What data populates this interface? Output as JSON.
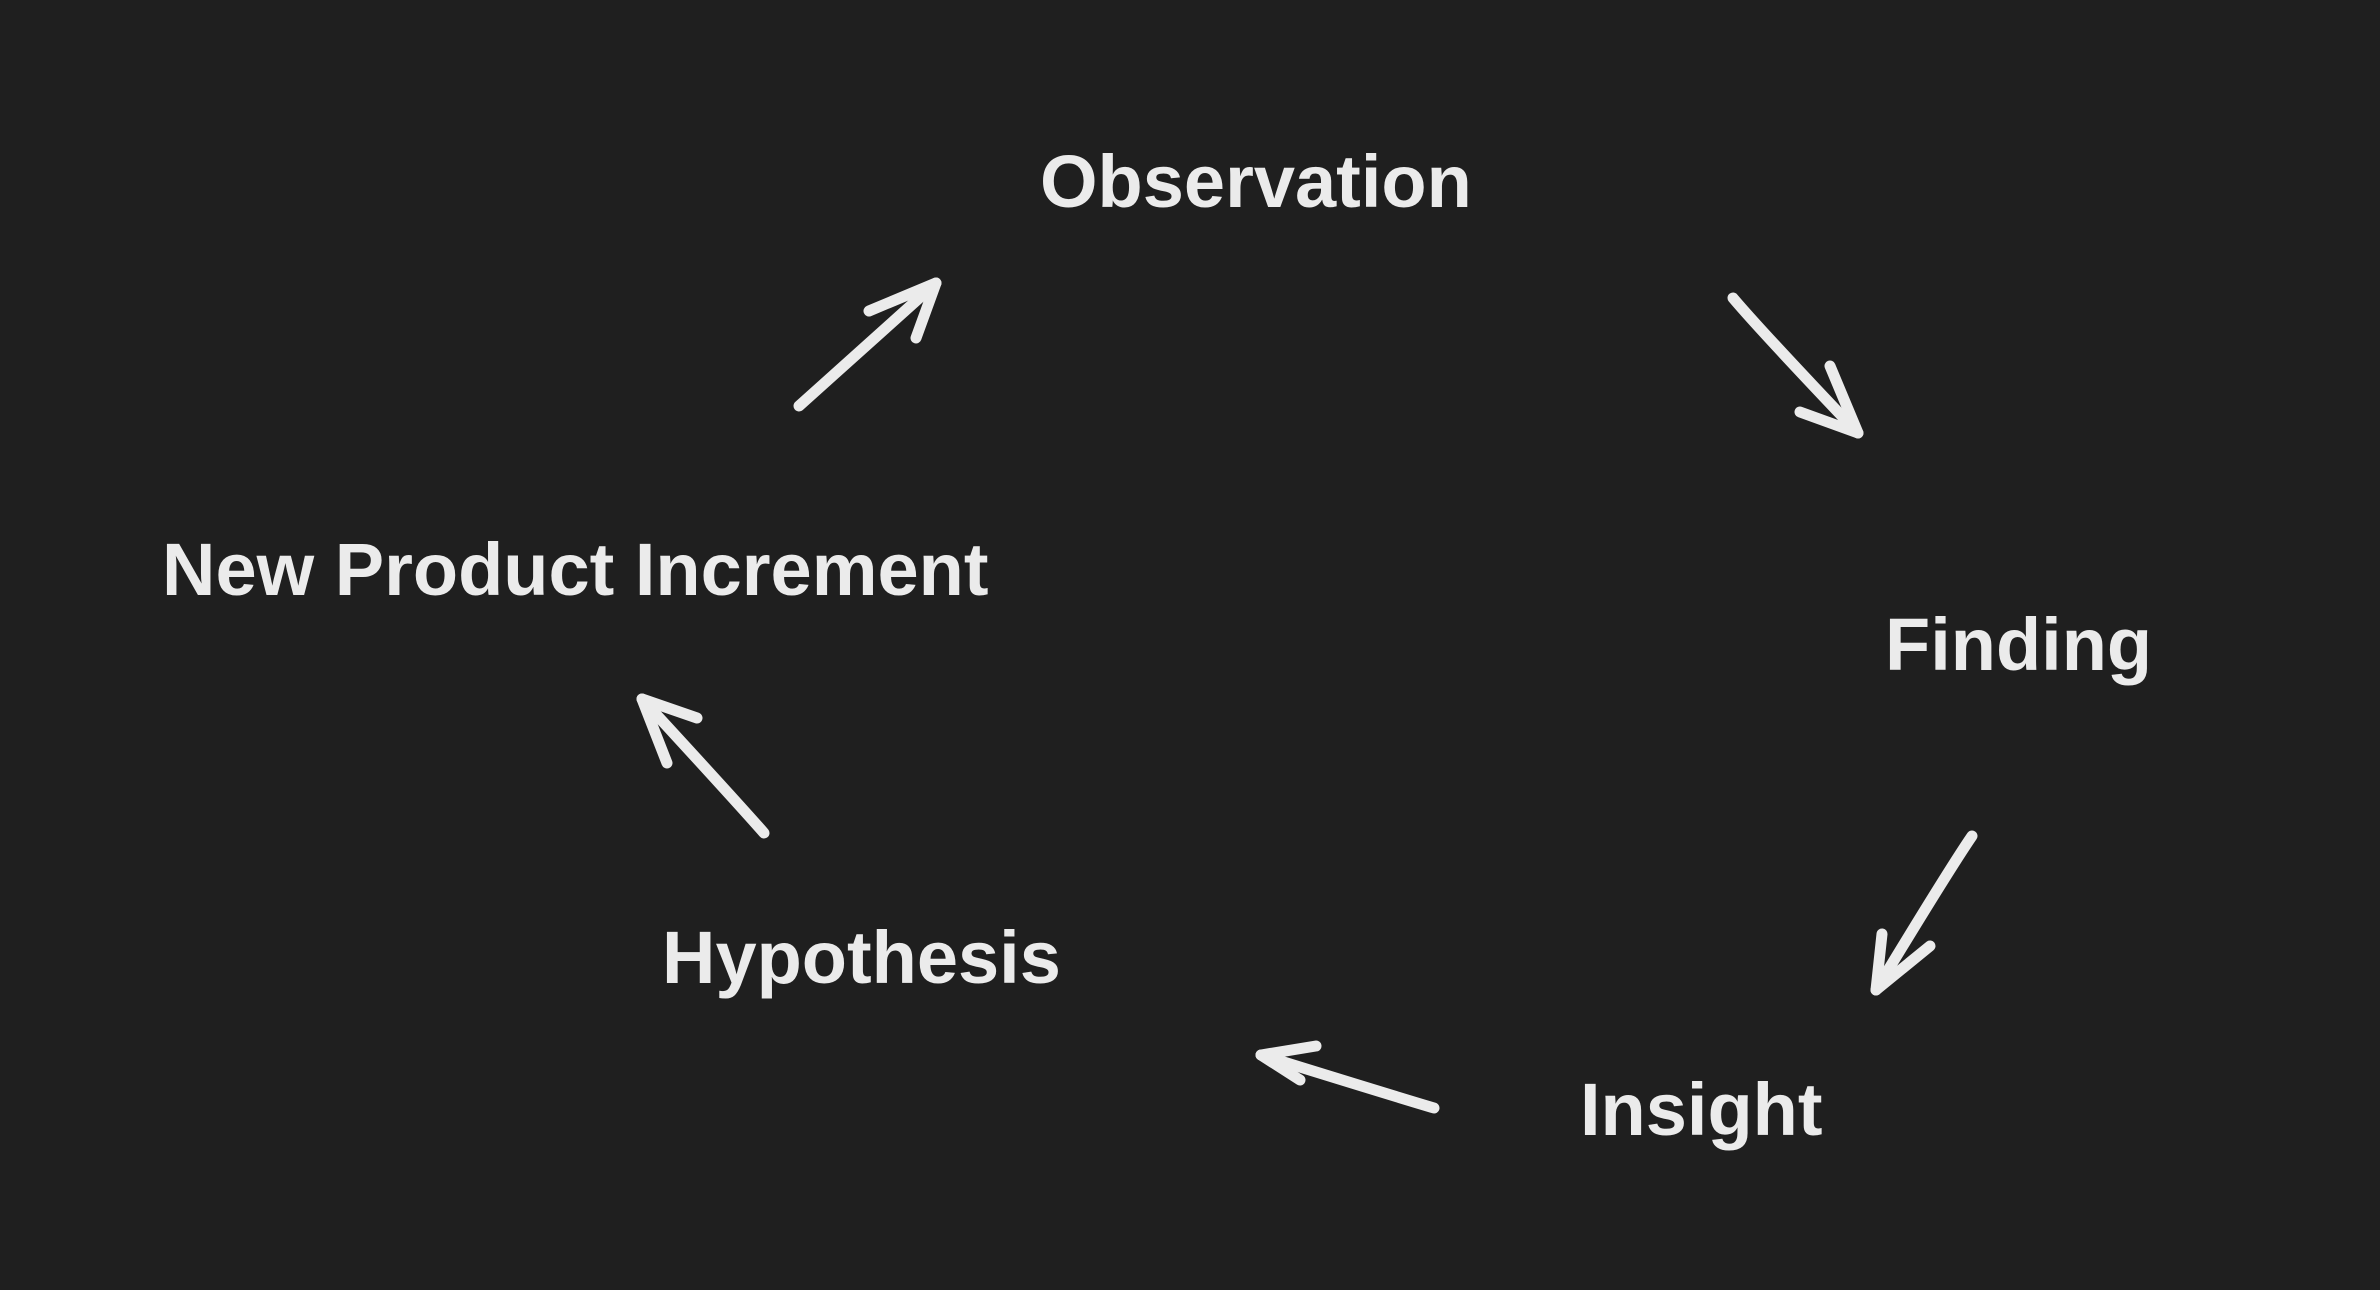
{
  "diagram": {
    "background_color": "#1f1f1f",
    "text_color": "#ebebeb",
    "nodes": [
      {
        "id": "observation",
        "label": "Observation"
      },
      {
        "id": "finding",
        "label": "Finding"
      },
      {
        "id": "insight",
        "label": "Insight"
      },
      {
        "id": "hypothesis",
        "label": "Hypothesis"
      },
      {
        "id": "new-product-increment",
        "label": "New Product Increment"
      }
    ],
    "edges": [
      {
        "from": "observation",
        "to": "finding"
      },
      {
        "from": "finding",
        "to": "insight"
      },
      {
        "from": "insight",
        "to": "hypothesis"
      },
      {
        "from": "hypothesis",
        "to": "new-product-increment"
      },
      {
        "from": "new-product-increment",
        "to": "observation"
      }
    ],
    "style": "hand-drawn arrows forming a cycle"
  }
}
